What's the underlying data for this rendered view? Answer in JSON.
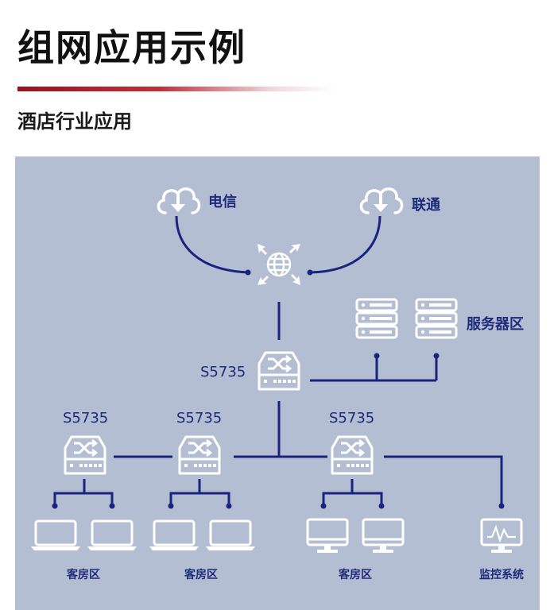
{
  "header": {
    "title": "组网应用示例",
    "subtitle": "酒店行业应用"
  },
  "diagram": {
    "isps": [
      {
        "label": "电信",
        "icon": "cloud-download-icon"
      },
      {
        "label": "联通",
        "icon": "cloud-download-icon"
      }
    ],
    "internet_icon": "globe-icon",
    "core_switch": {
      "model": "S5735",
      "icon": "switch-icon"
    },
    "server_zone": {
      "label": "服务器区",
      "icon": "server-icon"
    },
    "access_switches": [
      {
        "model": "S5735",
        "icon": "switch-icon"
      },
      {
        "model": "S5735",
        "icon": "switch-icon"
      },
      {
        "model": "S5735",
        "icon": "switch-icon"
      }
    ],
    "zones": [
      {
        "label": "客房区",
        "device": "laptop-icon"
      },
      {
        "label": "客房区",
        "device": "laptop-icon"
      },
      {
        "label": "客房区",
        "device": "monitor-icon"
      },
      {
        "label": "监控系统",
        "device": "monitoring-screen-icon"
      }
    ],
    "colors": {
      "panel_bg": "#b3bed2",
      "line": "#1a237e",
      "icon_stroke": "#ffffff",
      "label": "#1e2a7a",
      "title_accent": "#9b1020"
    }
  }
}
